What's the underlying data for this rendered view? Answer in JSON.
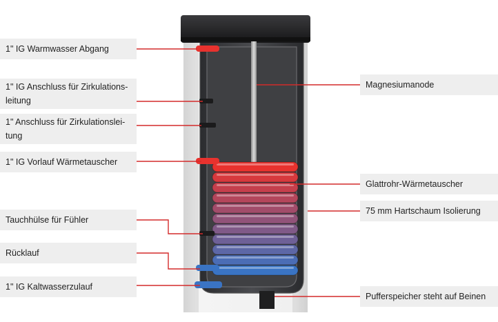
{
  "colors": {
    "leader_line": "#d42a2a",
    "label_bg": "#eeeeee",
    "coil_hot": "#e8322e",
    "coil_cold": "#3a74c4",
    "tank_body": "#3a3b3e",
    "insulation": "#ececec"
  },
  "labels_left": [
    {
      "id": "warmwasser",
      "text": "1\" IG Warmwasser Abgang"
    },
    {
      "id": "zirkulation-ig",
      "text": "1\" IG Anschluss für Zirkulations-\nleitung"
    },
    {
      "id": "zirkulation",
      "text": "1\" Anschluss für Zirkulationslei-\ntung"
    },
    {
      "id": "vorlauf",
      "text": "1\" IG Vorlauf Wärmetauscher"
    },
    {
      "id": "tauchhuelse",
      "text": "Tauchhülse für Fühler"
    },
    {
      "id": "ruecklauf",
      "text": "Rücklauf"
    },
    {
      "id": "kaltwasser",
      "text": "1\" IG Kaltwasserzulauf"
    }
  ],
  "labels_right": [
    {
      "id": "anode",
      "text": "Magnesiumanode"
    },
    {
      "id": "waermetauscher",
      "text": "Glattrohr-Wärmetauscher"
    },
    {
      "id": "isolierung",
      "text": "75 mm Hartschaum Isolierung"
    },
    {
      "id": "beine",
      "text": "Pufferspeicher steht auf Beinen"
    }
  ]
}
